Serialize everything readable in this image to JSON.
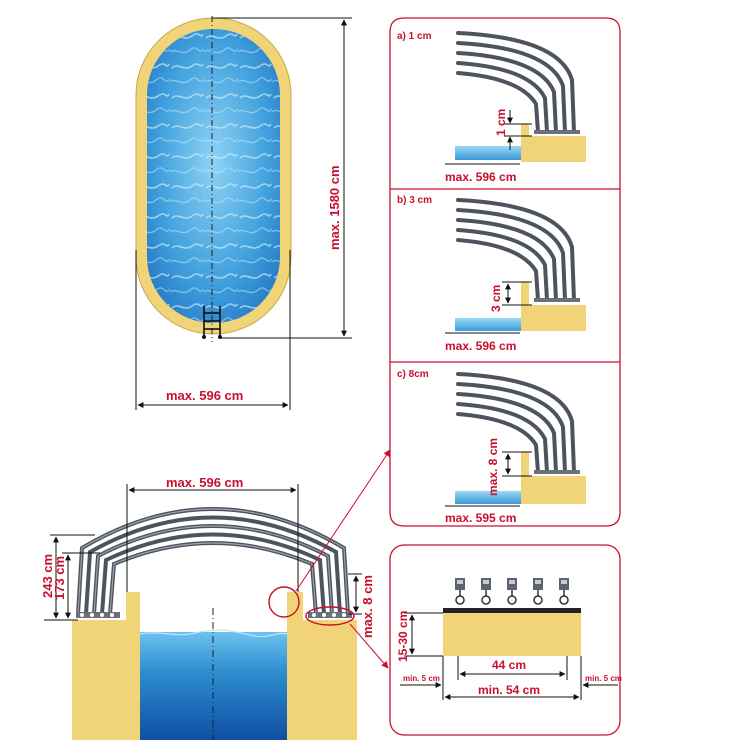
{
  "top_view": {
    "length_label": "max. 1580 cm",
    "width_label": "max. 596 cm"
  },
  "cross_section": {
    "width_label": "max. 596 cm",
    "height_outer_label": "243 cm",
    "height_inner_label": "173 cm",
    "rail_height_label": "max. 8 cm"
  },
  "panels": [
    {
      "label": "a) 1 cm",
      "height_label": "1 cm",
      "width_label": "max. 596 cm"
    },
    {
      "label": "b) 3 cm",
      "height_label": "3 cm",
      "width_label": "max. 596 cm"
    },
    {
      "label": "c) 8cm",
      "height_label": "max. 8 cm",
      "width_label": "max. 595 cm"
    }
  ],
  "rail_detail": {
    "depth_label": "15-30 cm",
    "inner_width_label": "44 cm",
    "outer_width_label": "min. 54 cm",
    "margin_left_label": "min. 5 cm",
    "margin_right_label": "min. 5 cm"
  },
  "colors": {
    "accent": "#c8102e",
    "sand": "#f1d477",
    "water": "#2f8fd0",
    "arc": "#4d545e"
  }
}
